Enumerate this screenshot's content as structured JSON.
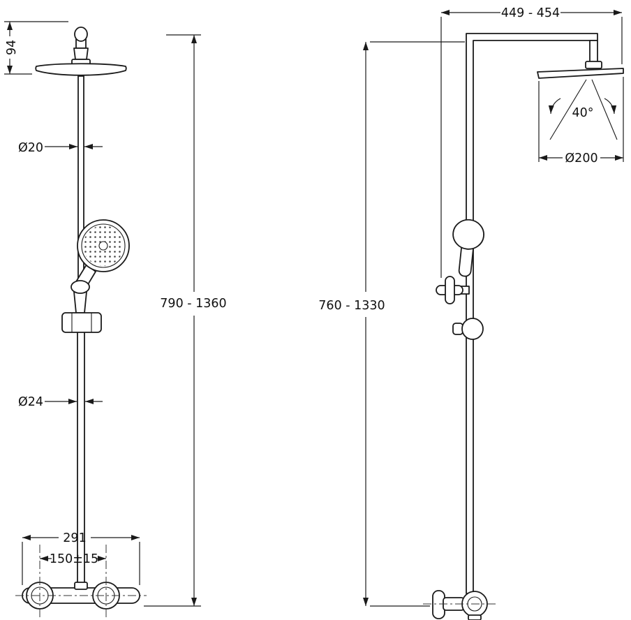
{
  "colors": {
    "line": "#1a1a1a",
    "background": "#ffffff"
  },
  "front_view": {
    "dim_head_assembly_height": "94",
    "dim_upper_pipe_diameter": "Ø20",
    "dim_lower_pipe_diameter": "Ø24",
    "dim_overall_height_range": "790 - 1360",
    "dim_valve_body_width": "291",
    "dim_inlet_center_spacing": "150±15"
  },
  "side_view": {
    "dim_horizontal_reach_range": "449 - 454",
    "dim_spray_angle": "40°",
    "dim_overhead_diameter": "Ø200",
    "dim_overall_height_range": "760 - 1330"
  }
}
